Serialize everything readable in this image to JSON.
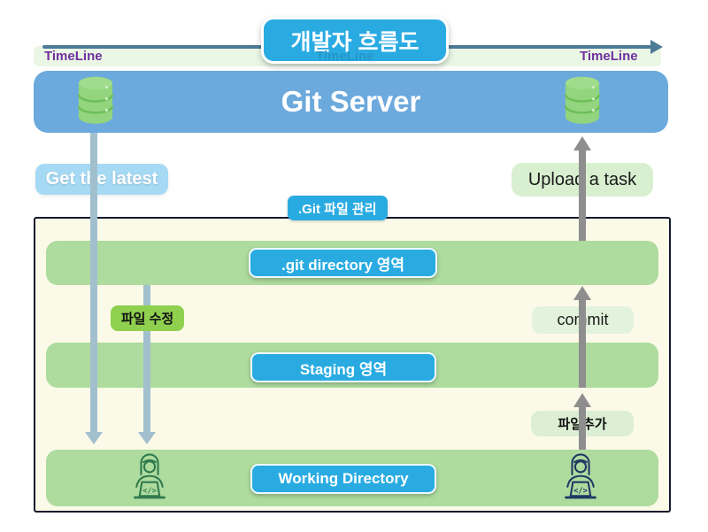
{
  "title": "개발자 흐름도",
  "timeline": {
    "left": "TimeLine",
    "center": "TimeLine",
    "right": "TimeLine"
  },
  "server": {
    "label": "Git Server"
  },
  "flows": {
    "get_latest": "Get the latest",
    "upload_task": "Upload a task",
    "file_edit": "파일 수정",
    "commit": "commit",
    "file_add": "파일추가"
  },
  "container": {
    "tag": ".Git 파일 관리"
  },
  "areas": {
    "git_directory": ".git directory 영역",
    "staging": "Staging 영역",
    "working_directory": "Working Directory"
  },
  "icons": {
    "database": "database-icon",
    "developer": "developer-at-laptop-icon",
    "code_glyph": "</>"
  },
  "colors": {
    "accent_blue": "#29abe2",
    "server_blue": "#6ca9dc",
    "band_green": "#eaf7e5",
    "bar_green": "#aedb9e",
    "container_bg": "#fbfae8",
    "container_border": "#121a2e",
    "label_blue": "#a6d9f4",
    "label_green_light": "#d8efd0",
    "label_green_bright": "#8fd14f",
    "arrow_down": "#a2bfce",
    "arrow_up": "#8e8e8e",
    "timeline_line": "#4c7b97",
    "timeline_text": "#7030a0",
    "db_green": "#92d57e",
    "person_green": "#2f7a4d",
    "person_navy": "#1f3864"
  }
}
